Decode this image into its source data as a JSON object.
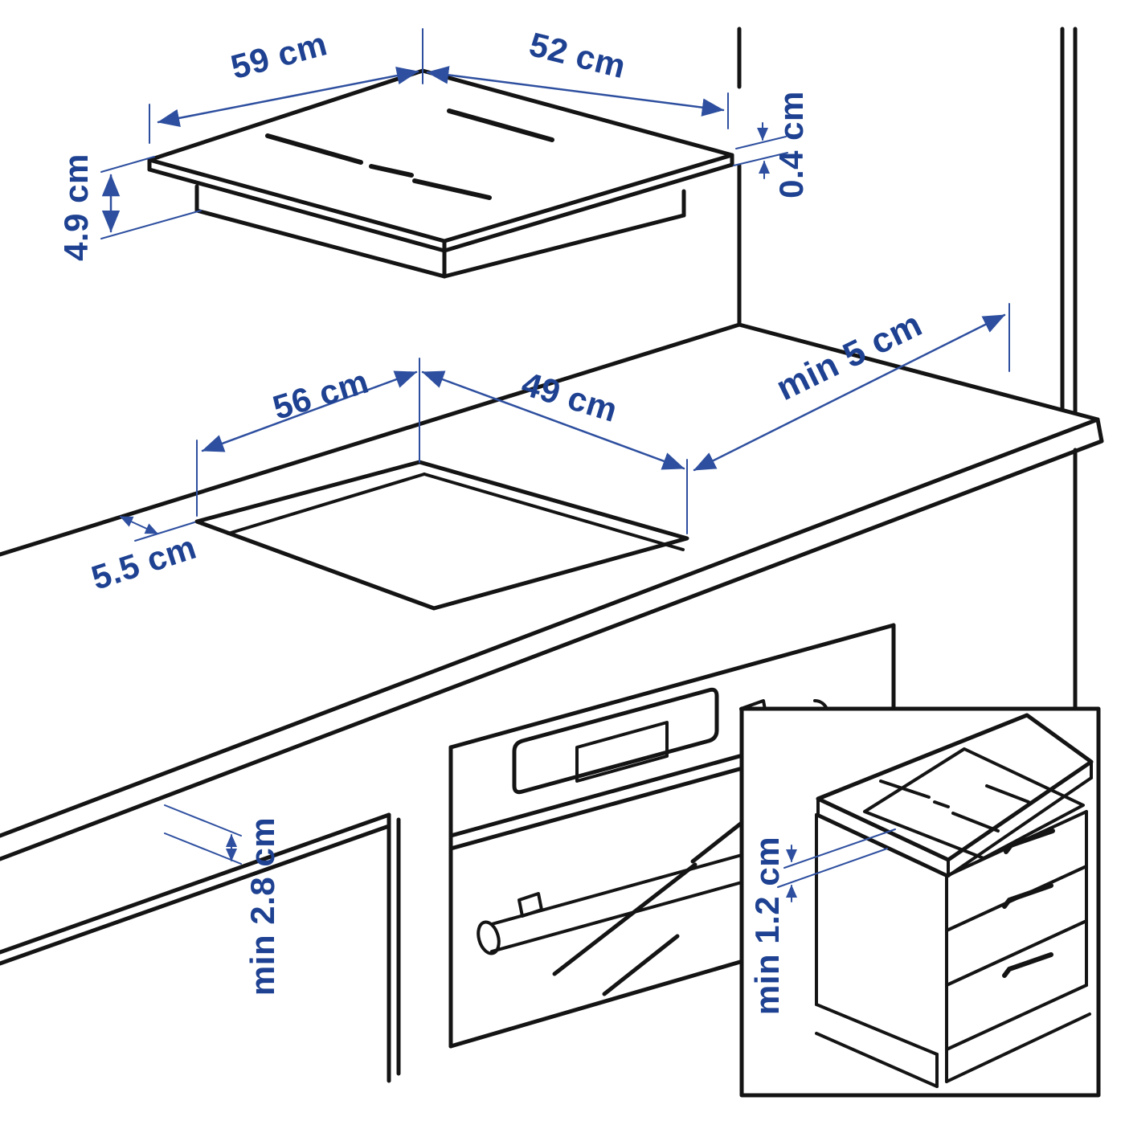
{
  "colors": {
    "accent": "#1e4191",
    "dim": "#2e4f9f",
    "line": "#141414",
    "background": "#ffffff"
  },
  "dimensions": {
    "hob_width": "59 cm",
    "hob_depth": "52 cm",
    "glass_thickness": "0.4 cm",
    "hob_height": "4.9 cm",
    "cutout_width": "56 cm",
    "cutout_depth": "49 cm",
    "wall_clearance": "min 5 cm",
    "front_edge_distance": "5.5 cm",
    "under_worktop_clearance": "min 2.8 cm",
    "worktop_overhang_clearance": "min 1.2 cm"
  }
}
